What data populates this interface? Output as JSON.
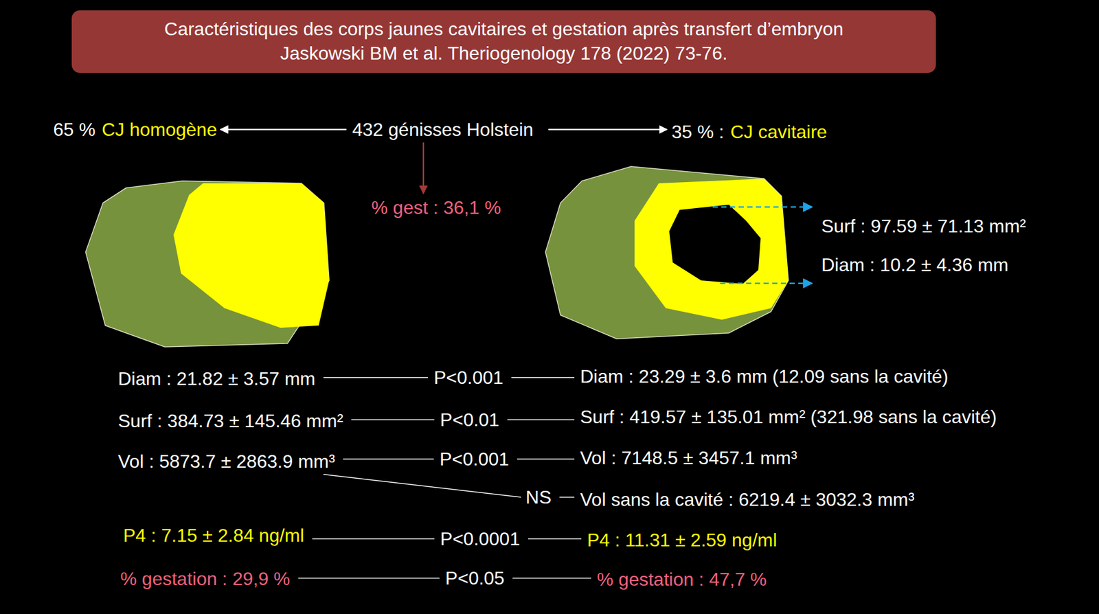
{
  "diagram": {
    "title": "Caractéristiques des corps jaunes cavitaires et gestation après transfert d’embryon",
    "labels": [
      "Jaskowski BM et al. Theriogenology 178 (2022) 73-76.",
      "65 %",
      "CJ homogène",
      "432 génisses Holstein",
      "35 % :",
      "CJ cavitaire",
      "% gest : 36,1 %",
      "Surf : 97.59 ± 71.13 mm²",
      "Diam : 10.2 ± 4.36 mm",
      "Diam : 21.82 ± 3.57 mm",
      "P<0.001",
      "Diam : 23.29 ± 3.6 mm (12.09 sans la cavité)",
      "Surf : 384.73 ± 145.46 mm²",
      "P<0.01",
      "Surf : 419.57 ± 135.01 mm² (321.98 sans la cavité)",
      "Vol : 5873.7 ± 2863.9 mm³",
      "P<0.001",
      "Vol : 7148.5 ± 3457.1 mm³",
      "NS",
      "Vol sans la cavité : 6219.4 ± 3032.3 mm³",
      "P4 : 7.15 ± 2.84 ng/ml",
      "P<0.0001",
      "P4 : 11.31 ± 2.59 ng/ml",
      "% gestation : 29,9 %",
      "P<0.05",
      "% gestation : 47,7 %"
    ]
  }
}
